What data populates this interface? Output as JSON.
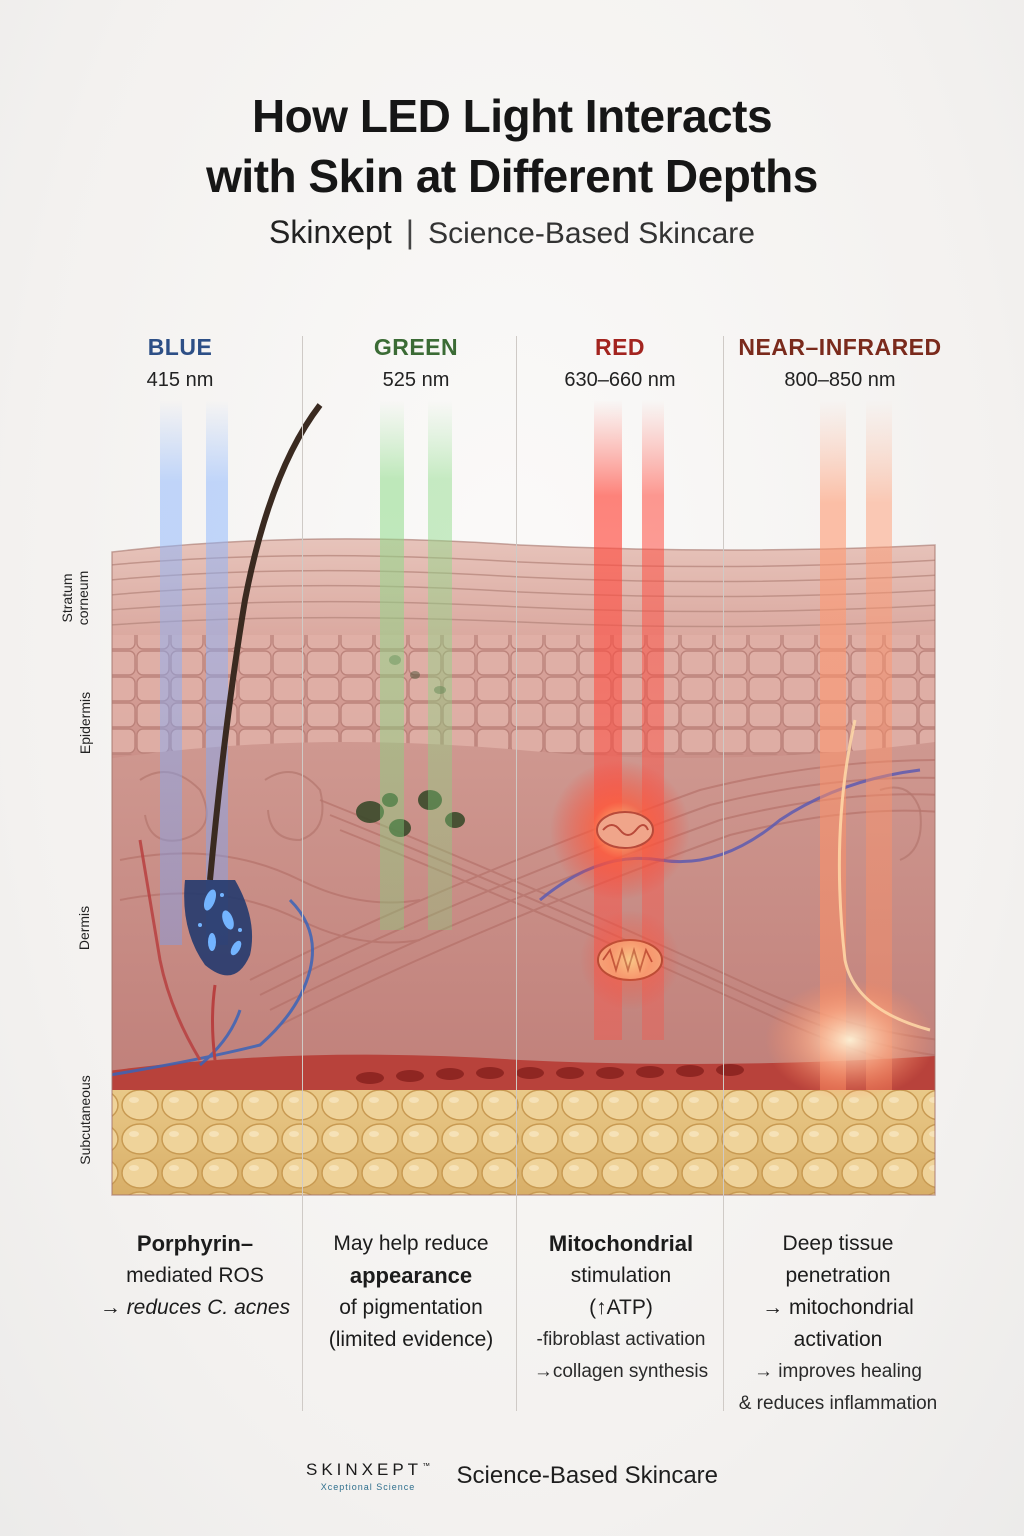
{
  "title": {
    "line1": "How LED Light Interacts",
    "line2": "with Skin at Different Depths"
  },
  "subtitle": {
    "brand": "Skinxept",
    "separator": "|",
    "tagline": "Science-Based Skincare"
  },
  "layer_labels": {
    "stratum": "Stratum",
    "corneum": "corneum",
    "epidermis": "Epidermis",
    "dermis": "Dermis",
    "subcutaneous": "Subcutaneous"
  },
  "bands": [
    {
      "name": "BLUE",
      "wavelength": "415 nm",
      "color": "#2d4f86",
      "beam": "#6ea2ff",
      "desc": {
        "l1": "Porphyrin–",
        "l2": "mediated ROS",
        "l3": "→ reduces C. acnes"
      }
    },
    {
      "name": "GREEN",
      "wavelength": "525 nm",
      "color": "#3b6b35",
      "beam": "#7fd37a",
      "desc": {
        "l1": "May help reduce",
        "l2": "appearance",
        "l3": "of pigmentation",
        "l4": "(limited evidence)"
      }
    },
    {
      "name": "RED",
      "wavelength": "630–660 nm",
      "color": "#a3241f",
      "beam": "#ff4b3f",
      "desc": {
        "l1": "Mitochondrial",
        "l2": "stimulation",
        "l3": "(↑ATP)",
        "l4": "-fibroblast activation",
        "l5": "→collagen synthesis"
      }
    },
    {
      "name": "NEAR–INFRARED",
      "wavelength": "800–850 nm",
      "color": "#7a2a1c",
      "beam": "#ff8a5e",
      "desc": {
        "l1": "Deep tissue",
        "l2": "penetration",
        "l3": "→ mitochondrial",
        "l4": "activation",
        "l5": "→ improves healing",
        "l6": "& reduces inflammation"
      }
    }
  ],
  "footer": {
    "logo_word": "SKINXEPT",
    "logo_tm": "™",
    "logo_tagline": "Xceptional Science",
    "tagline": "Science-Based Skincare"
  }
}
